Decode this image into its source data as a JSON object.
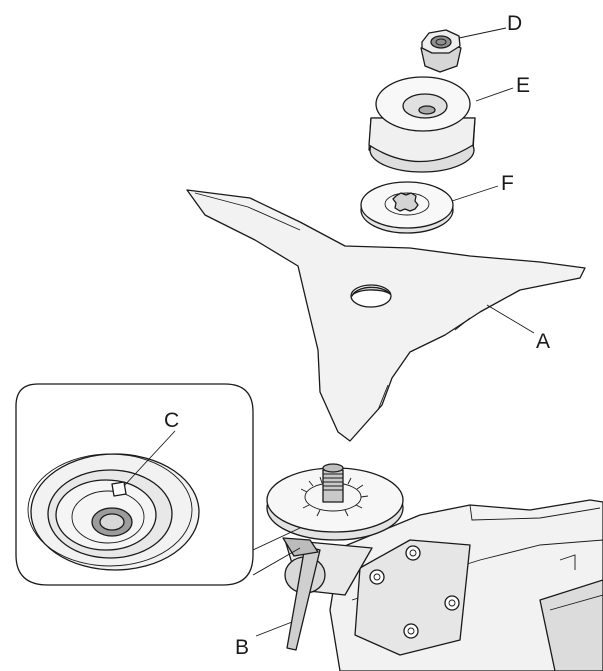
{
  "labels": {
    "a": "A",
    "b": "B",
    "c": "C",
    "d": "D",
    "e": "E",
    "f": "F"
  },
  "colors": {
    "ink": "#1a1a1a",
    "part_fill": "#f2f2f2",
    "shade": "#d9d9d9",
    "dark_shade": "#9a9a9a",
    "background": "#ffffff"
  }
}
